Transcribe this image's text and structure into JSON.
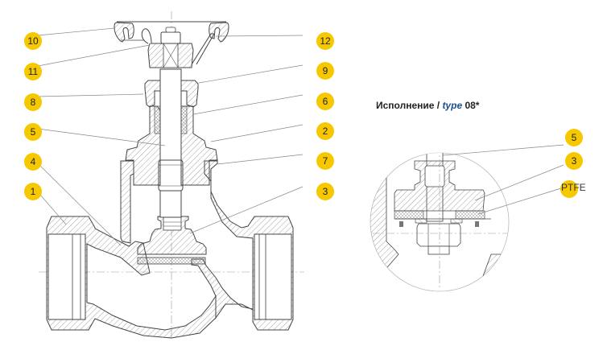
{
  "drawing": {
    "title": "Cross-section of globe valve",
    "callouts_main": [
      {
        "id": "callout-10",
        "label": "10",
        "side": "left"
      },
      {
        "id": "callout-11",
        "label": "11",
        "side": "left"
      },
      {
        "id": "callout-8",
        "label": "8",
        "side": "left"
      },
      {
        "id": "callout-5",
        "label": "5",
        "side": "left"
      },
      {
        "id": "callout-4",
        "label": "4",
        "side": "left"
      },
      {
        "id": "callout-1",
        "label": "1",
        "side": "left"
      },
      {
        "id": "callout-12",
        "label": "12",
        "side": "right"
      },
      {
        "id": "callout-9",
        "label": "9",
        "side": "right"
      },
      {
        "id": "callout-6",
        "label": "6",
        "side": "right"
      },
      {
        "id": "callout-2",
        "label": "2",
        "side": "right"
      },
      {
        "id": "callout-7",
        "label": "7",
        "side": "right"
      },
      {
        "id": "callout-3",
        "label": "3",
        "side": "right"
      }
    ],
    "detail": {
      "title_prefix": "Исполнение / ",
      "title_accent": "type",
      "title_suffix": " 08*",
      "callouts": [
        {
          "id": "detail-callout-5",
          "label": "5"
        },
        {
          "id": "detail-callout-3",
          "label": "3"
        },
        {
          "id": "detail-callout-ptfe",
          "label": "PTFE"
        }
      ]
    },
    "colors": {
      "badge": "#f6c800",
      "accent_text": "#1c4f8c",
      "line": "#444444"
    }
  }
}
